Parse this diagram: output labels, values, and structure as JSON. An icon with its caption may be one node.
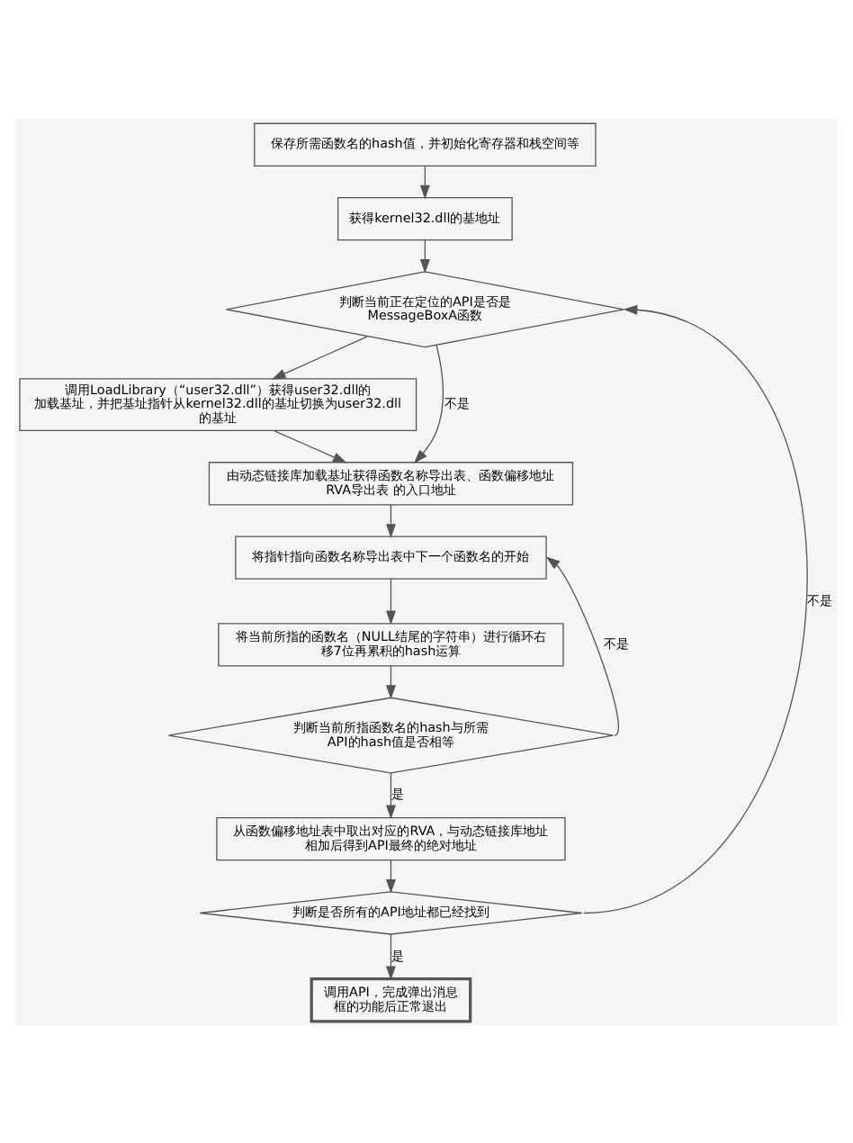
{
  "diagram": {
    "nodes": [
      {
        "text": [
          "保存所需函数名的hash值，并初始化寄存器和栈空间等"
        ]
      },
      {
        "text": [
          "获得kernel32.dll的基地址"
        ]
      },
      {
        "text": [
          "判断当前正在定位的API是否是MessageBoxA函数"
        ]
      },
      {
        "text": [
          "调用LoadLibrary（“user32.dll”）获得user32.dll的加载基址，并把基址指针从kernel32.dll的基址切换为user32.dll的基址"
        ]
      },
      {
        "text": [
          "由动态链接库加载基址获得函数名称导出表、函数偏移地址RVA导出表 的入口地址"
        ]
      },
      {
        "text": [
          "将指针指向函数名称导出表中下一个函数名的开始"
        ]
      },
      {
        "text": [
          "将当前所指的函数名（NULL结尾的字符串）进行循环右移7位再累积的hash运算"
        ]
      },
      {
        "text": [
          "判断当前所指函数名的hash与所需API的hash值是否相等"
        ]
      },
      {
        "text": [
          "从函数偏移地址表中取出对应的RVA，与动态链接库地址相加后得到API最终的绝对地址"
        ]
      },
      {
        "text": [
          "判断是否所有的API地址都已经找到"
        ]
      },
      {
        "text": [
          "调用API，完成弹出消息框的功能后正常退出"
        ]
      }
    ],
    "edges": [
      {
        "from": 0,
        "to": 1,
        "arrow": "to"
      },
      {
        "from": 1,
        "to": 2,
        "arrow": "to"
      },
      {
        "from": 2,
        "to": 3,
        "arrow": "to"
      },
      {
        "from": 2,
        "to": 4,
        "arrow": "to",
        "label": "不是"
      },
      {
        "from": 3,
        "to": 4,
        "arrow": "to"
      },
      {
        "from": 4,
        "to": 5,
        "arrow": "to"
      },
      {
        "from": 5,
        "to": 6,
        "arrow": "to"
      },
      {
        "from": 6,
        "to": 7,
        "arrow": "to"
      },
      {
        "from": 7,
        "to": 8,
        "arrow": "to",
        "label": "是"
      },
      {
        "from": 7,
        "to": 5,
        "arrow": "to",
        "label": "不是"
      },
      {
        "from": 8,
        "to": 9,
        "arrow": "to"
      },
      {
        "from": 9,
        "to": 2,
        "arrow": "to",
        "label": "不是"
      },
      {
        "from": 9,
        "to": 10,
        "arrow": "to",
        "label": "是"
      }
    ]
  }
}
